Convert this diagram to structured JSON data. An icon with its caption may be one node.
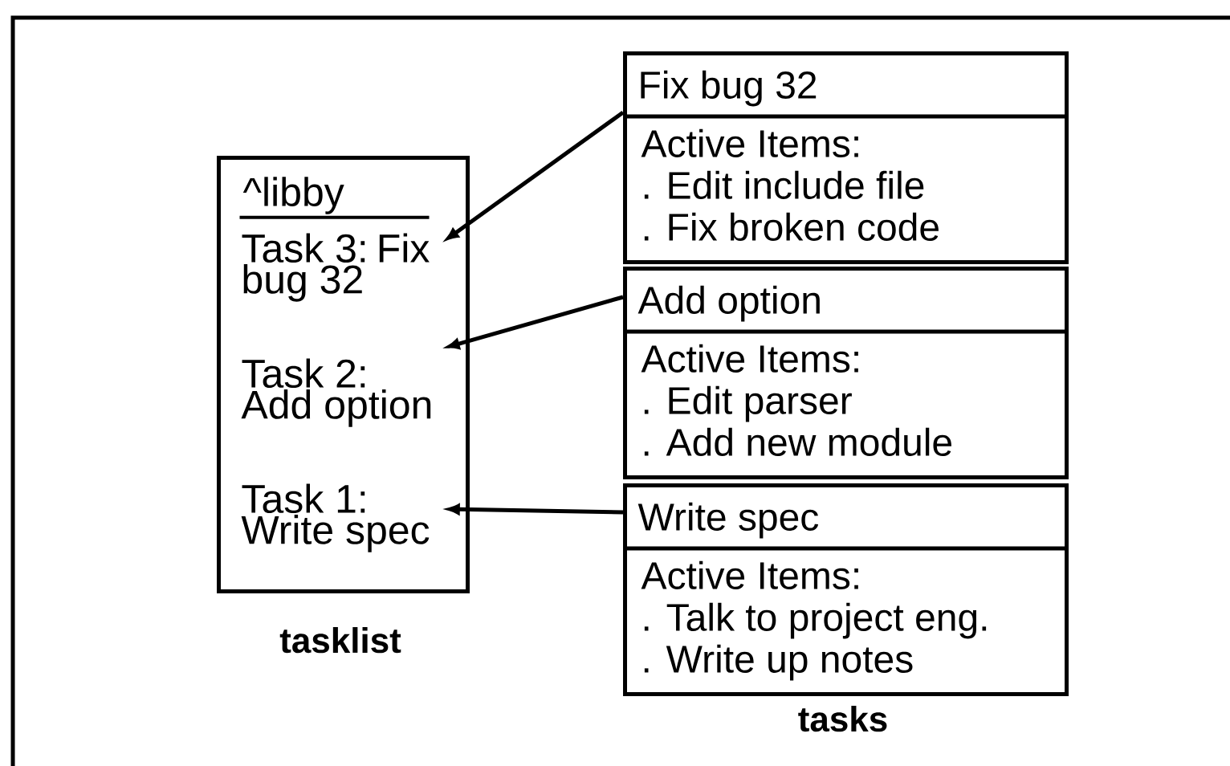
{
  "diagram": {
    "nodes": [
      {
        "text": [
          "^libby"
        ]
      },
      {
        "text": [
          "Task 3: Fix bug 32"
        ],
        "in": 0
      },
      {
        "text": [
          "Task 2: Add option"
        ],
        "in": 0
      },
      {
        "text": [
          "Task 1: Write spec"
        ],
        "in": 0
      },
      {
        "text": [
          "Fix bug 32",
          "Active Items:",
          ". Edit include file",
          ". Fix broken code"
        ]
      },
      {
        "text": [
          "Add option",
          "Active Items:",
          ". Edit parser",
          ". Add new module"
        ]
      },
      {
        "text": [
          "Write spec",
          "Active Items:",
          ". Talk to project eng.",
          ". Write up notes"
        ]
      }
    ],
    "edges": [
      {
        "from": 4,
        "to": 1,
        "arrow": "to"
      },
      {
        "from": 5,
        "to": 2,
        "arrow": "to"
      },
      {
        "from": 6,
        "to": 3,
        "arrow": "to"
      }
    ],
    "labels": [
      "tasklist",
      "tasks"
    ]
  }
}
